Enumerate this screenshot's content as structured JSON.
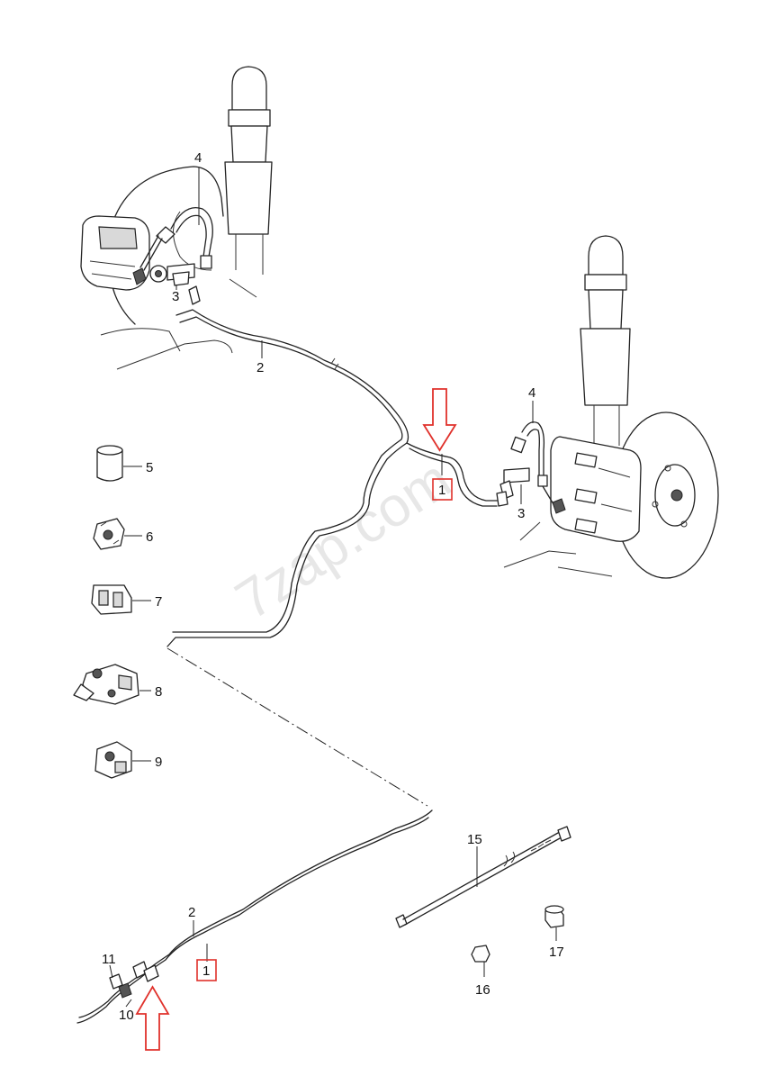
{
  "watermark": "7zap.com",
  "callouts": {
    "c1_top": "1",
    "c1_bottom": "1",
    "c2_top": "2",
    "c2_bottom": "2",
    "c3_left": "3",
    "c3_right": "3",
    "c4_left": "4",
    "c4_right": "4",
    "c5": "5",
    "c6": "6",
    "c7": "7",
    "c8": "8",
    "c9": "9",
    "c10": "10",
    "c11": "11",
    "c15": "15",
    "c16": "16",
    "c17": "17"
  },
  "colors": {
    "highlight": "#e0312b",
    "line": "#222222"
  },
  "icons": {
    "indicator_arrow": "down-arrow-indicator",
    "indicator_arrow_bottom": "up-arrow-indicator"
  }
}
